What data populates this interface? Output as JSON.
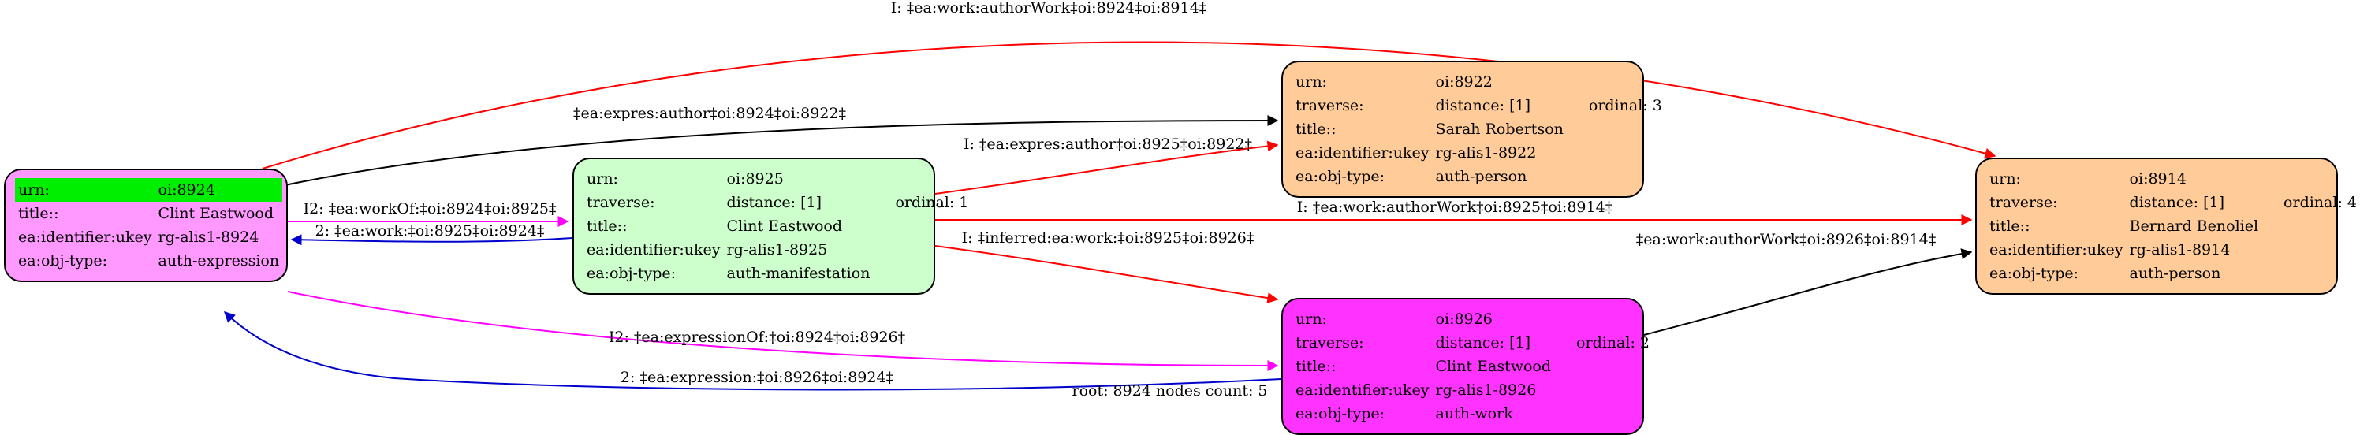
{
  "graph": {
    "nodes": [
      {
        "id": "n8924",
        "fill": "#ff99ff",
        "highlight_first_row": true,
        "rows": [
          {
            "key": "urn:",
            "value": "oi:8924"
          },
          {
            "key": "title::",
            "value": "Clint Eastwood"
          },
          {
            "key": "ea:identifier:ukey",
            "value": "rg-alis1-8924"
          },
          {
            "key": "ea:obj-type:",
            "value": "auth-expression"
          }
        ]
      },
      {
        "id": "n8925",
        "fill": "#ccffcc",
        "highlight_first_row": false,
        "rows": [
          {
            "key": "urn:",
            "value": "oi:8925"
          },
          {
            "key": "traverse:",
            "value": "distance: [1]",
            "extra": "ordinal: 1"
          },
          {
            "key": "title::",
            "value": "Clint Eastwood"
          },
          {
            "key": "ea:identifier:ukey",
            "value": "rg-alis1-8925"
          },
          {
            "key": "ea:obj-type:",
            "value": "auth-manifestation"
          }
        ]
      },
      {
        "id": "n8922",
        "fill": "#ffcc99",
        "highlight_first_row": false,
        "rows": [
          {
            "key": "urn:",
            "value": "oi:8922"
          },
          {
            "key": "traverse:",
            "value": "distance: [1]",
            "extra": "ordinal: 3"
          },
          {
            "key": "title::",
            "value": "Sarah Robertson"
          },
          {
            "key": "ea:identifier:ukey",
            "value": "rg-alis1-8922"
          },
          {
            "key": "ea:obj-type:",
            "value": "auth-person"
          }
        ]
      },
      {
        "id": "n8926",
        "fill": "#ff33ff",
        "highlight_first_row": false,
        "rows": [
          {
            "key": "urn:",
            "value": "oi:8926"
          },
          {
            "key": "traverse:",
            "value": "distance: [1]",
            "extra": "ordinal: 2"
          },
          {
            "key": "title::",
            "value": "Clint Eastwood"
          },
          {
            "key": "ea:identifier:ukey",
            "value": "rg-alis1-8926"
          },
          {
            "key": "ea:obj-type:",
            "value": "auth-work"
          }
        ]
      },
      {
        "id": "n8914",
        "fill": "#ffcc99",
        "highlight_first_row": false,
        "rows": [
          {
            "key": "urn:",
            "value": "oi:8914"
          },
          {
            "key": "traverse:",
            "value": "distance: [1]",
            "extra": "ordinal: 4"
          },
          {
            "key": "title::",
            "value": "Bernard Benoliel"
          },
          {
            "key": "ea:identifier:ukey",
            "value": "rg-alis1-8914"
          },
          {
            "key": "ea:obj-type:",
            "value": "auth-person"
          }
        ]
      }
    ],
    "edges": [
      {
        "id": "e1",
        "from": "n8924",
        "to": "n8914",
        "color": "#ff0000",
        "label": "I: ‡ea:work:authorWork‡oi:8924‡oi:8914‡"
      },
      {
        "id": "e2",
        "from": "n8924",
        "to": "n8922",
        "color": "#000000",
        "label": "‡ea:expres:author‡oi:8924‡oi:8922‡"
      },
      {
        "id": "e3",
        "from": "n8924",
        "to": "n8925",
        "color": "#ff00ff",
        "label": "I2: ‡ea:workOf:‡oi:8924‡oi:8925‡"
      },
      {
        "id": "e4",
        "from": "n8925",
        "to": "n8924",
        "color": "#0000cc",
        "label": "2: ‡ea:work:‡oi:8925‡oi:8924‡"
      },
      {
        "id": "e5",
        "from": "n8925",
        "to": "n8922",
        "color": "#ff0000",
        "label": "I: ‡ea:expres:author‡oi:8925‡oi:8922‡"
      },
      {
        "id": "e6",
        "from": "n8925",
        "to": "n8914",
        "color": "#ff0000",
        "label": "I: ‡ea:work:authorWork‡oi:8925‡oi:8914‡"
      },
      {
        "id": "e7",
        "from": "n8925",
        "to": "n8926",
        "color": "#ff0000",
        "label": "I: ‡inferred:ea:work:‡oi:8925‡oi:8926‡"
      },
      {
        "id": "e8",
        "from": "n8924",
        "to": "n8926",
        "color": "#ff00ff",
        "label": "I2: ‡ea:expressionOf:‡oi:8924‡oi:8926‡"
      },
      {
        "id": "e9",
        "from": "n8926",
        "to": "n8924",
        "color": "#0000cc",
        "label": "2: ‡ea:expression:‡oi:8926‡oi:8924‡"
      },
      {
        "id": "e10",
        "from": "n8926",
        "to": "n8914",
        "color": "#000000",
        "label": "‡ea:work:authorWork‡oi:8926‡oi:8914‡"
      }
    ],
    "footer": "root: 8924 nodes count: 5"
  }
}
